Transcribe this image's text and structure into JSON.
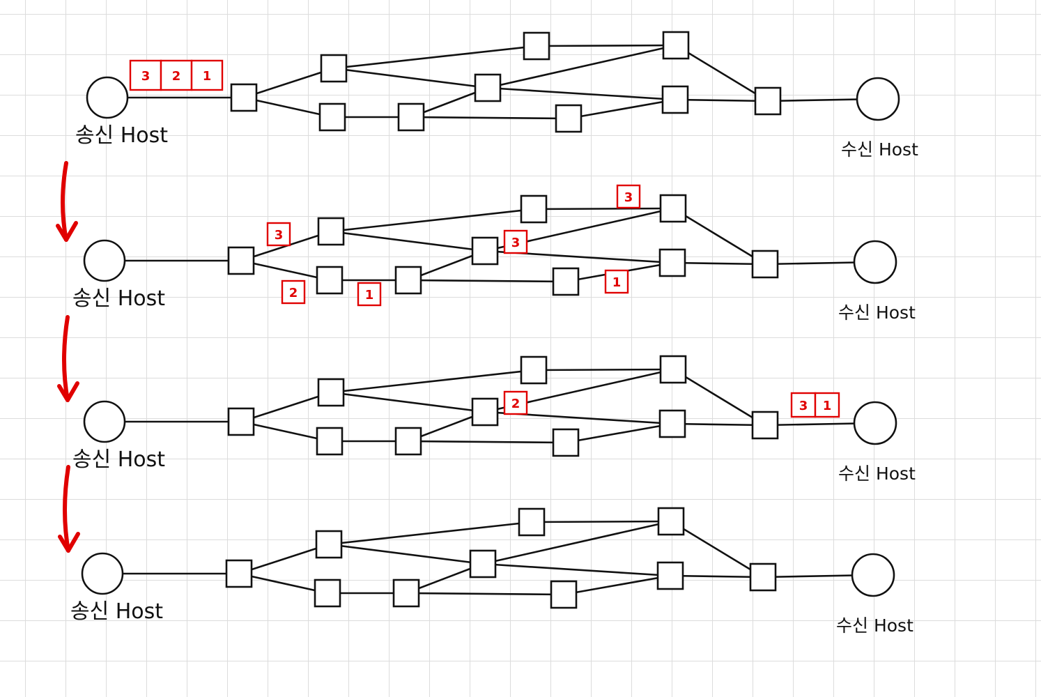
{
  "sender_label": "송신 Host",
  "receiver_label": "수신 Host",
  "stages": [
    {
      "in_transit": [],
      "sender_queue": [
        "3",
        "2",
        "1"
      ],
      "receiver_queue": []
    },
    {
      "in_transit": [
        {
          "label": "3",
          "link": "r1-r2"
        },
        {
          "label": "2",
          "link": "r1-r3"
        },
        {
          "label": "1",
          "link": "r3-r4"
        },
        {
          "label": "3",
          "link": "r6-r7"
        },
        {
          "label": "3",
          "link": "r5-r7"
        },
        {
          "label": "1",
          "link": "r8-r9"
        }
      ],
      "sender_queue": [],
      "receiver_queue": []
    },
    {
      "in_transit": [
        {
          "label": "2",
          "link": "r5-r7"
        }
      ],
      "sender_queue": [],
      "receiver_queue": [
        "3",
        "1"
      ]
    },
    {
      "in_transit": [],
      "sender_queue": [],
      "receiver_queue": []
    }
  ],
  "colors": {
    "packet": "#e00000",
    "line": "#111111",
    "grid": "#dcdcdc"
  }
}
